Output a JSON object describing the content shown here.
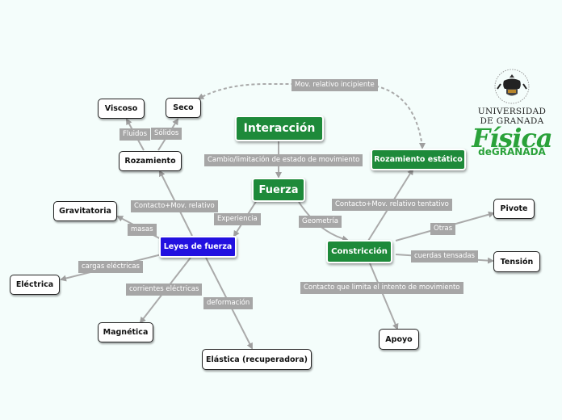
{
  "nodes": {
    "interaccion": "Interacción",
    "fuerza": "Fuerza",
    "leyes": "Leyes de fuerza",
    "constriccion": "Constricción",
    "rozamiento_estatico": "Rozamiento estático",
    "rozamiento": "Rozamiento",
    "viscoso": "Viscoso",
    "seco": "Seco",
    "gravitatoria": "Gravitatoria",
    "electrica": "Eléctrica",
    "magnetica": "Magnética",
    "elastica": "Elástica (recuperadora)",
    "pivote": "Pivote",
    "tension": "Tensión",
    "apoyo": "Apoyo"
  },
  "labels": {
    "mov_relativo_incipiente": "Mov. relativo incipiente",
    "cambio_limitacion": "Cambio/limitación de estado de movimiento",
    "fluidos": "Fluidos",
    "solidos": "Sólidos",
    "contacto_mov_relativo": "Contacto+Mov. relativo",
    "contacto_mov_tentativo": "Contacto+Mov. relativo tentativo",
    "experiencia": "Experiencia",
    "geometria": "Geometría",
    "masas": "masas",
    "cargas_electricas": "cargas eléctricas",
    "corrientes_electricas": "corrientes eléctricas",
    "deformacion": "deformación",
    "otras": "Otras",
    "cuerdas_tensadas": "cuerdas tensadas",
    "contacto_limita": "Contacto que limita el intento de movimiento"
  },
  "logo": {
    "university_line1": "UNIVERSIDAD",
    "university_line2": "DE GRANADA",
    "fisica": "Física",
    "degranada": "deGRANADA"
  },
  "colors": {
    "green_node": "#1e8a3a",
    "blue_node": "#2211e0",
    "connector": "#aaaaaa",
    "label_bg": "#a6a6a6",
    "logo_green": "#2aa23a"
  }
}
